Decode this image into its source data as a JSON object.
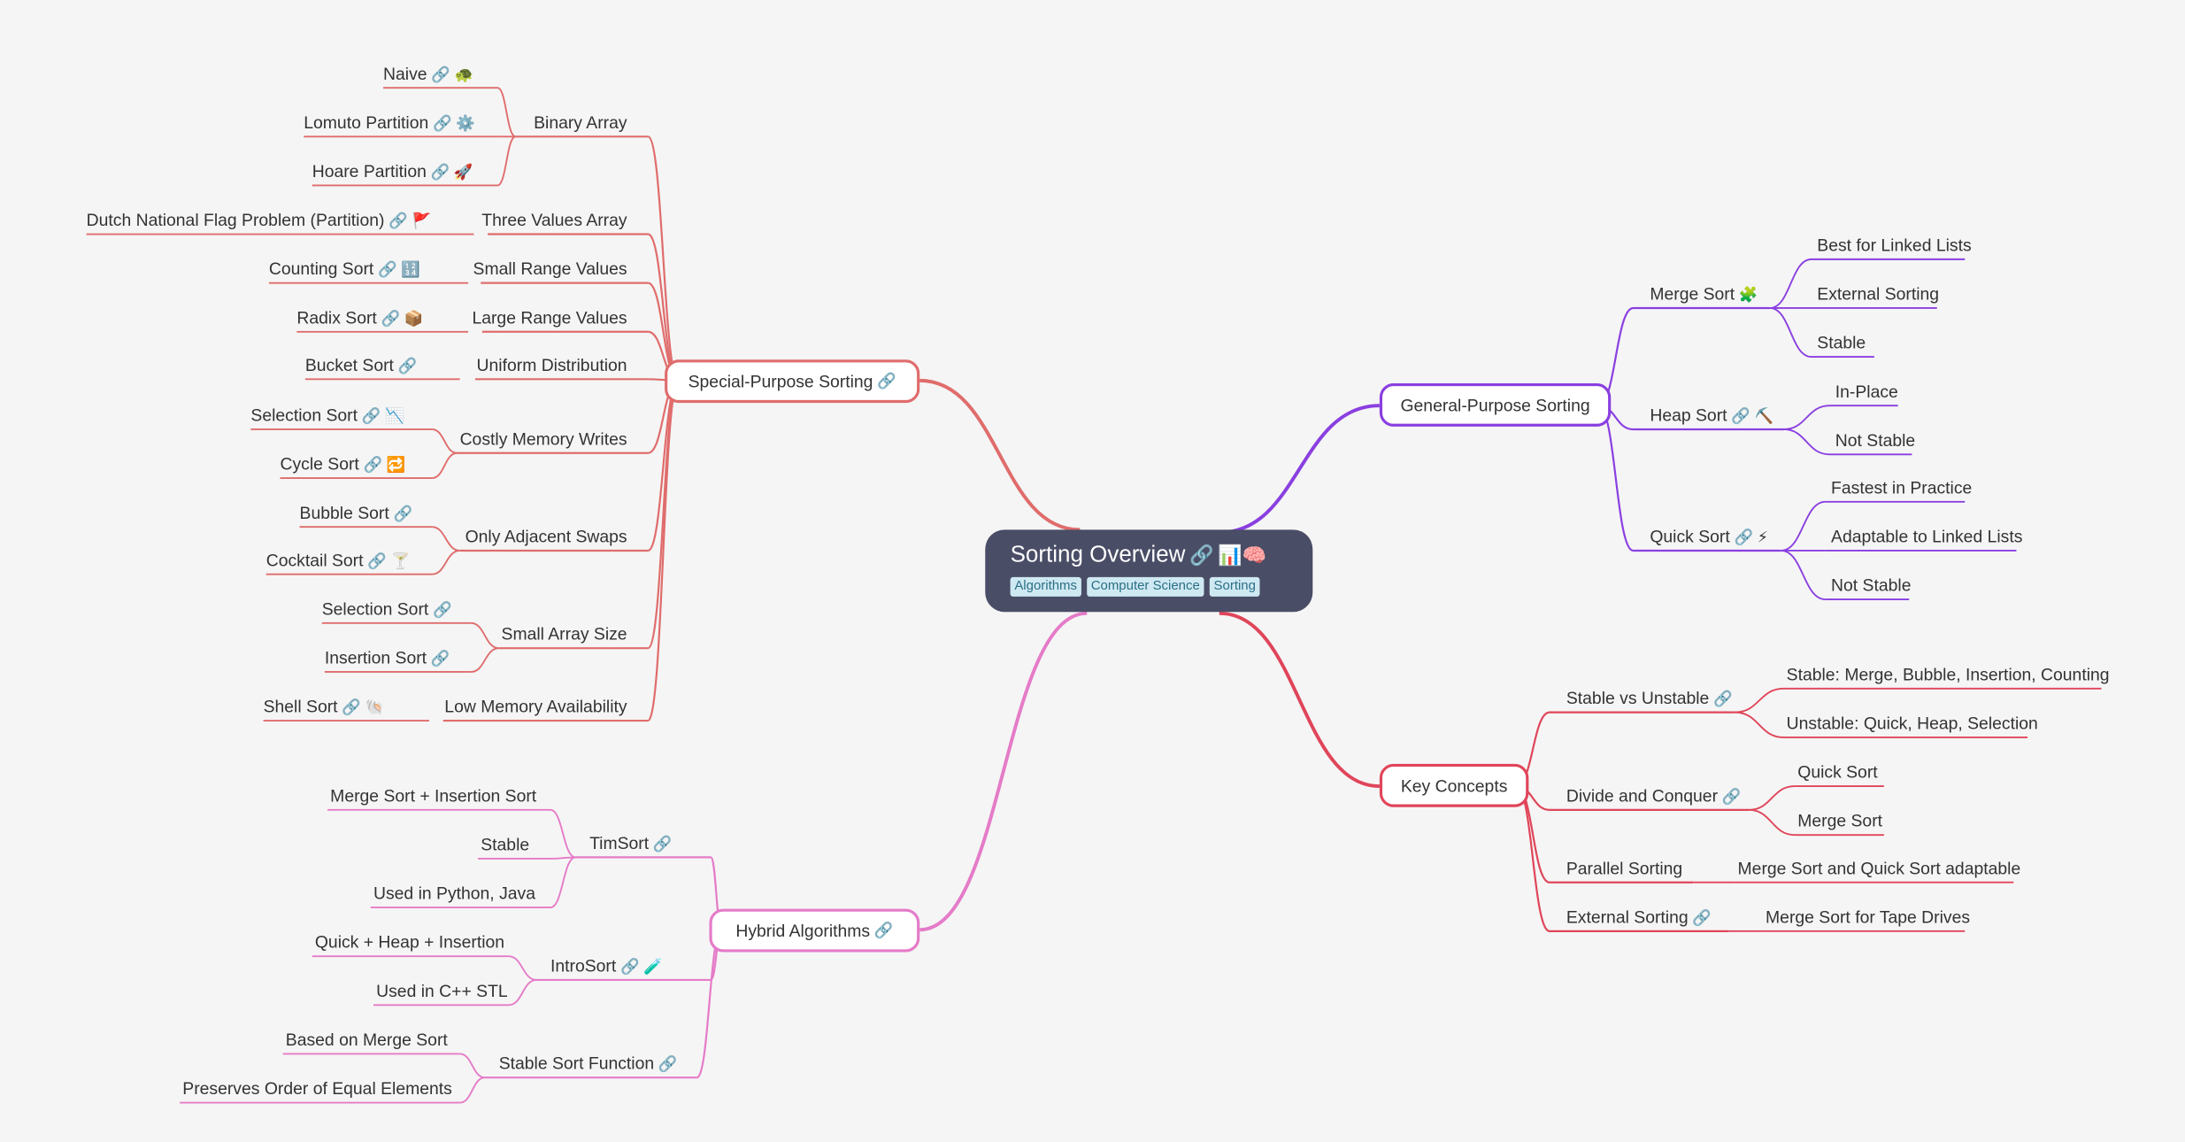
{
  "root": {
    "title": "Sorting Overview",
    "emoji": "📊🧠",
    "tags": [
      "Algorithms",
      "Computer Science",
      "Sorting"
    ]
  },
  "branches": {
    "special": {
      "label": "Special-Purpose Sorting",
      "color": "#e06c6c",
      "children": [
        {
          "label": "Binary Array",
          "children": [
            {
              "label": "Naive",
              "link": true,
              "emoji": "🐢"
            },
            {
              "label": "Lomuto Partition",
              "link": true,
              "emoji": "⚙️"
            },
            {
              "label": "Hoare Partition",
              "link": true,
              "emoji": "🚀"
            }
          ]
        },
        {
          "label": "Three Values Array",
          "children": [
            {
              "label": "Dutch National Flag Problem (Partition)",
              "link": true,
              "emoji": "🚩"
            }
          ]
        },
        {
          "label": "Small Range Values",
          "children": [
            {
              "label": "Counting Sort",
              "link": true,
              "emoji": "🔢"
            }
          ]
        },
        {
          "label": "Large Range Values",
          "children": [
            {
              "label": "Radix Sort",
              "link": true,
              "emoji": "📦"
            }
          ]
        },
        {
          "label": "Uniform Distribution",
          "children": [
            {
              "label": "Bucket Sort",
              "link": true,
              "emoji": ""
            }
          ]
        },
        {
          "label": "Costly Memory Writes",
          "children": [
            {
              "label": "Selection Sort",
              "link": true,
              "emoji": "📉"
            },
            {
              "label": "Cycle Sort",
              "link": true,
              "emoji": "🔁"
            }
          ]
        },
        {
          "label": "Only Adjacent Swaps",
          "children": [
            {
              "label": "Bubble Sort",
              "link": true,
              "emoji": ""
            },
            {
              "label": "Cocktail Sort",
              "link": true,
              "emoji": "🍸"
            }
          ]
        },
        {
          "label": "Small Array Size",
          "children": [
            {
              "label": "Selection Sort",
              "link": true,
              "emoji": ""
            },
            {
              "label": "Insertion Sort",
              "link": true,
              "emoji": ""
            }
          ]
        },
        {
          "label": "Low Memory Availability",
          "children": [
            {
              "label": "Shell Sort",
              "link": true,
              "emoji": "🐚"
            }
          ]
        }
      ]
    },
    "hybrid": {
      "label": "Hybrid Algorithms",
      "color": "#e57bc8",
      "children": [
        {
          "label": "TimSort",
          "link": true,
          "emoji": "",
          "children": [
            {
              "label": "Merge Sort + Insertion Sort"
            },
            {
              "label": "Stable"
            },
            {
              "label": "Used in Python, Java"
            }
          ]
        },
        {
          "label": "IntroSort",
          "link": true,
          "emoji": "🧪",
          "children": [
            {
              "label": "Quick + Heap + Insertion"
            },
            {
              "label": "Used in C++ STL"
            }
          ]
        },
        {
          "label": "Stable Sort Function",
          "link": true,
          "emoji": "",
          "children": [
            {
              "label": "Based on Merge Sort"
            },
            {
              "label": "Preserves Order of Equal Elements"
            }
          ]
        }
      ]
    },
    "general": {
      "label": "General-Purpose Sorting",
      "color": "#8a3fe0",
      "children": [
        {
          "label": "Merge Sort",
          "link": false,
          "emoji": "🧩",
          "children": [
            {
              "label": "Best for Linked Lists"
            },
            {
              "label": "External Sorting"
            },
            {
              "label": "Stable"
            }
          ]
        },
        {
          "label": "Heap Sort",
          "link": true,
          "emoji": "⛏️",
          "children": [
            {
              "label": "In-Place"
            },
            {
              "label": "Not Stable"
            }
          ]
        },
        {
          "label": "Quick Sort",
          "link": true,
          "emoji": "⚡",
          "children": [
            {
              "label": "Fastest in Practice"
            },
            {
              "label": "Adaptable to Linked Lists"
            },
            {
              "label": "Not Stable"
            }
          ]
        }
      ]
    },
    "key": {
      "label": "Key Concepts",
      "color": "#e0455a",
      "children": [
        {
          "label": "Stable vs Unstable",
          "link": true,
          "emoji": "",
          "children": [
            {
              "label": "Stable: Merge, Bubble, Insertion, Counting"
            },
            {
              "label": "Unstable: Quick, Heap, Selection"
            }
          ]
        },
        {
          "label": "Divide and Conquer",
          "link": true,
          "emoji": "",
          "children": [
            {
              "label": "Quick Sort"
            },
            {
              "label": "Merge Sort"
            }
          ]
        },
        {
          "label": "Parallel Sorting",
          "link": false,
          "emoji": "",
          "children": [
            {
              "label": "Merge Sort and Quick Sort adaptable"
            }
          ]
        },
        {
          "label": "External Sorting",
          "link": true,
          "emoji": "",
          "children": [
            {
              "label": "Merge Sort for Tape Drives"
            }
          ]
        }
      ]
    }
  },
  "icons": {
    "link": "link-icon"
  }
}
